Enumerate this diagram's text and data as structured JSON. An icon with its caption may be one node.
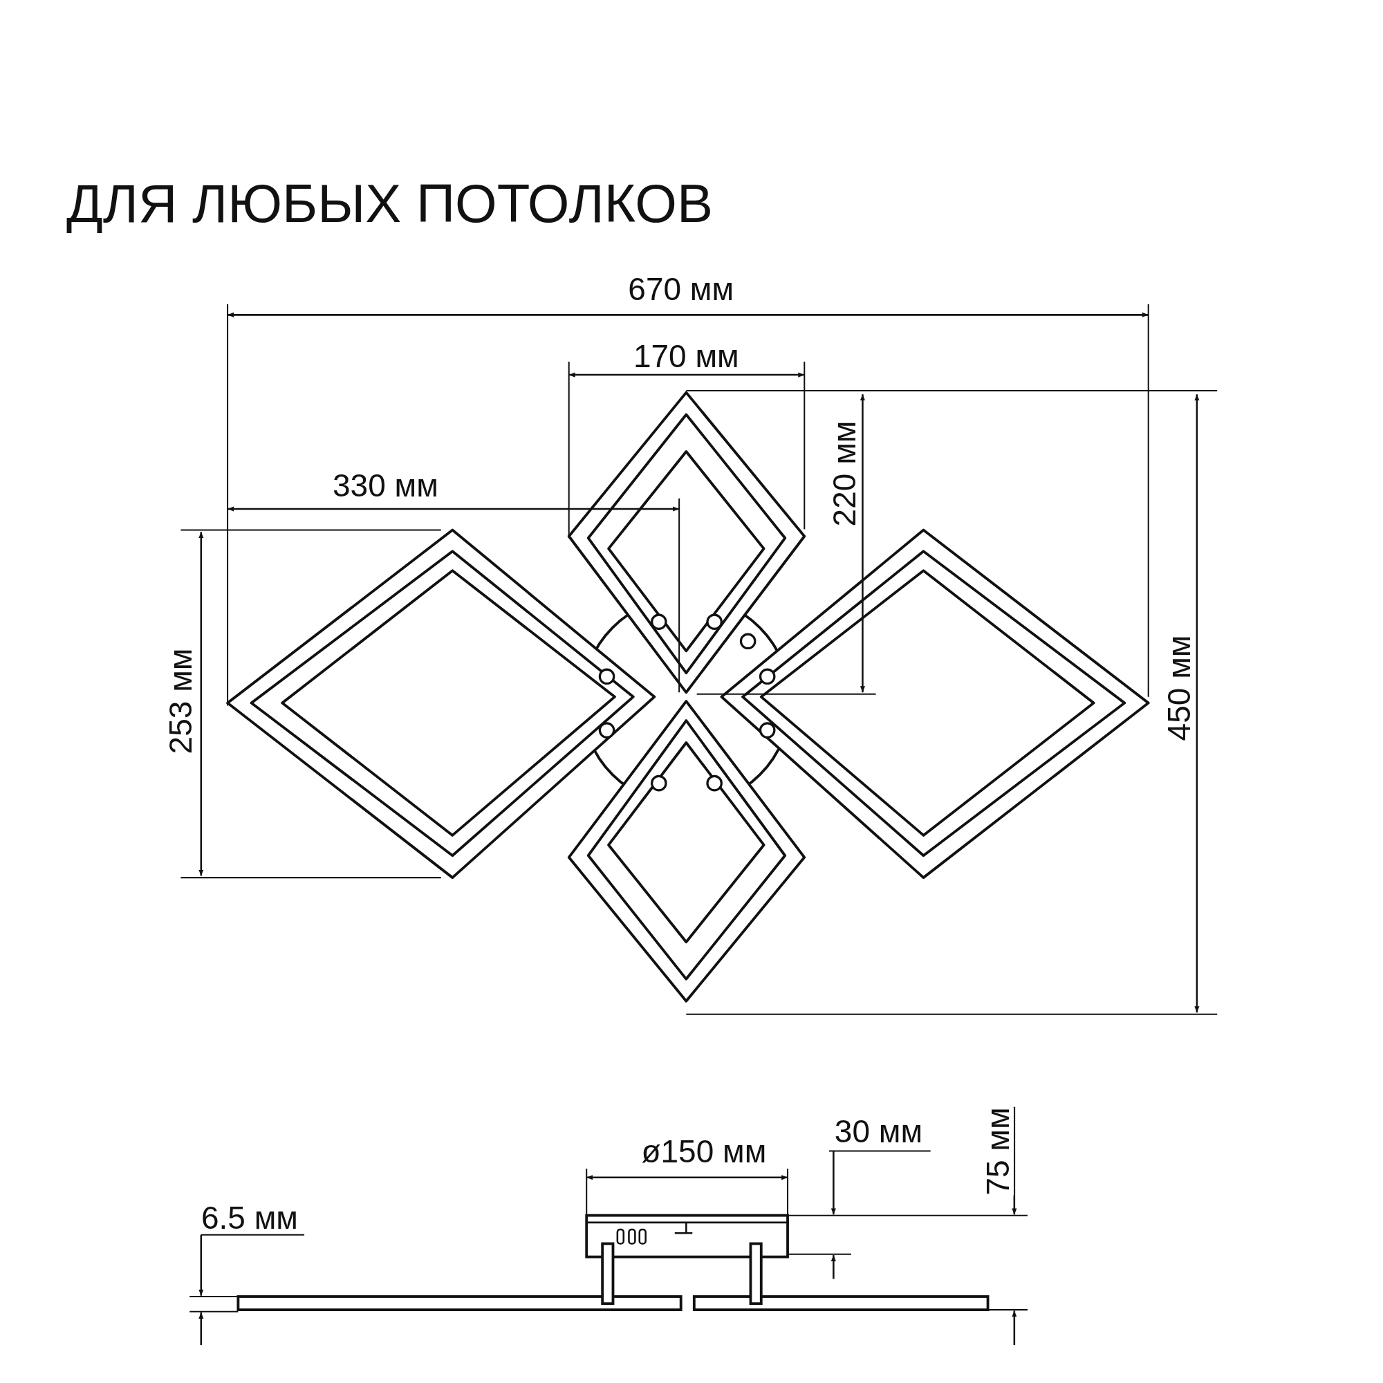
{
  "diagram": {
    "title": "ДЛЯ ЛЮБЫХ ПОТОЛКОВ",
    "labels": [
      "670 мм",
      "170 мм",
      "330 мм",
      "220 мм",
      "253 мм",
      "450 мм",
      "ø150 мм",
      "30 мм",
      "75 мм",
      "6.5 мм"
    ]
  }
}
